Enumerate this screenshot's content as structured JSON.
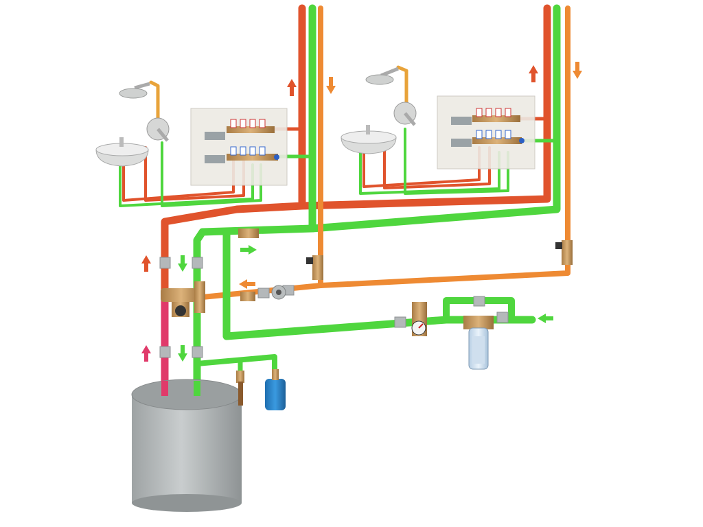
{
  "diagram": {
    "kind": "plumbing-schematic",
    "colors": {
      "hot": "#E0532C",
      "cold": "#4FD63E",
      "recirculation": "#EE8A33",
      "hot_supply": "#E03A6A",
      "brass": "#C79A62",
      "steel": "#B4B8BA",
      "tank": "#AEB3B4",
      "manifold_box": "#EDEAE4",
      "expansion_vessel": "#2A86CE",
      "filter_bowl": "#CFE3F4",
      "ceramic": "#DCDDDC"
    },
    "flow_arrows": [
      {
        "id": "riser-hot-up-1",
        "color": "hot",
        "direction": "up"
      },
      {
        "id": "riser-recirc-down-1",
        "color": "recirculation",
        "direction": "down"
      },
      {
        "id": "riser-hot-up-2",
        "color": "hot",
        "direction": "up"
      },
      {
        "id": "riser-recirc-down-2",
        "color": "recirculation",
        "direction": "down"
      },
      {
        "id": "mixing-hot-up",
        "color": "hot",
        "direction": "up"
      },
      {
        "id": "mixing-cold-down",
        "color": "cold",
        "direction": "down"
      },
      {
        "id": "cold-feed-right",
        "color": "cold",
        "direction": "right"
      },
      {
        "id": "recirc-return-left",
        "color": "recirculation",
        "direction": "left"
      },
      {
        "id": "boiler-hot-up",
        "color": "hot_supply",
        "direction": "up"
      },
      {
        "id": "boiler-cold-down",
        "color": "cold",
        "direction": "down"
      },
      {
        "id": "mains-inlet-left",
        "color": "cold",
        "direction": "left"
      }
    ],
    "components": [
      {
        "id": "shower-1",
        "icon": "shower-head-icon"
      },
      {
        "id": "washbasin-1",
        "icon": "washbasin-icon"
      },
      {
        "id": "mixer-1",
        "icon": "mixer-tap-icon"
      },
      {
        "id": "manifold-box-1",
        "icon": "manifold-icon"
      },
      {
        "id": "shower-2",
        "icon": "shower-head-icon"
      },
      {
        "id": "washbasin-2",
        "icon": "washbasin-icon"
      },
      {
        "id": "mixer-2",
        "icon": "mixer-tap-icon"
      },
      {
        "id": "manifold-box-2",
        "icon": "manifold-icon"
      },
      {
        "id": "water-heater",
        "icon": "storage-tank-icon"
      },
      {
        "id": "expansion-vessel",
        "icon": "expansion-vessel-icon"
      },
      {
        "id": "safety-valve",
        "icon": "safety-valve-icon"
      },
      {
        "id": "thermostatic-mixing-valve",
        "icon": "mixing-valve-icon"
      },
      {
        "id": "pressure-reducer",
        "icon": "pressure-reducer-icon"
      },
      {
        "id": "water-filter",
        "icon": "filter-icon"
      },
      {
        "id": "recirculation-pump",
        "icon": "pump-icon"
      },
      {
        "id": "balancing-valve-1",
        "icon": "balancing-valve-icon"
      },
      {
        "id": "balancing-valve-2",
        "icon": "balancing-valve-icon"
      },
      {
        "id": "check-valve",
        "icon": "check-valve-icon"
      }
    ]
  }
}
